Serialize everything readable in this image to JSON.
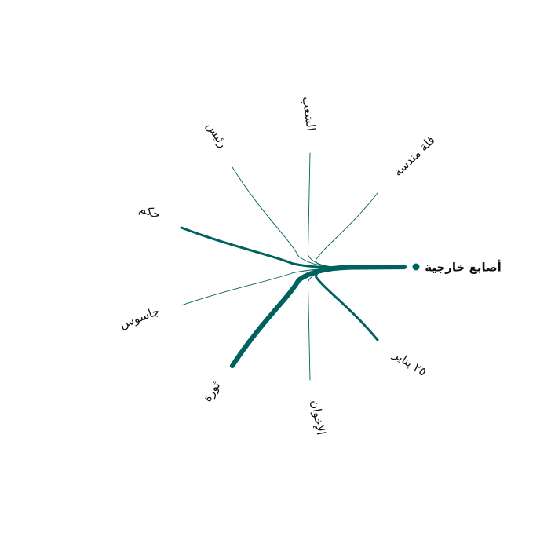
{
  "hub": {
    "label": "أصابع خارجية"
  },
  "colors": {
    "edge": "#00625f",
    "hub_dot": "#00625f",
    "text": "#111111"
  },
  "branches": [
    {
      "label": "الشعب",
      "weight": 1
    },
    {
      "label": "قلة مندسة",
      "weight": 1
    },
    {
      "label": "رئيس",
      "weight": 1
    },
    {
      "label": "حكم",
      "weight": 3
    },
    {
      "label": "جاسوس",
      "weight": 1
    },
    {
      "label": "ثورة",
      "weight": 6
    },
    {
      "label": "الإخوان",
      "weight": 1
    },
    {
      "label": "٢٥ يناير",
      "weight": 3
    }
  ]
}
